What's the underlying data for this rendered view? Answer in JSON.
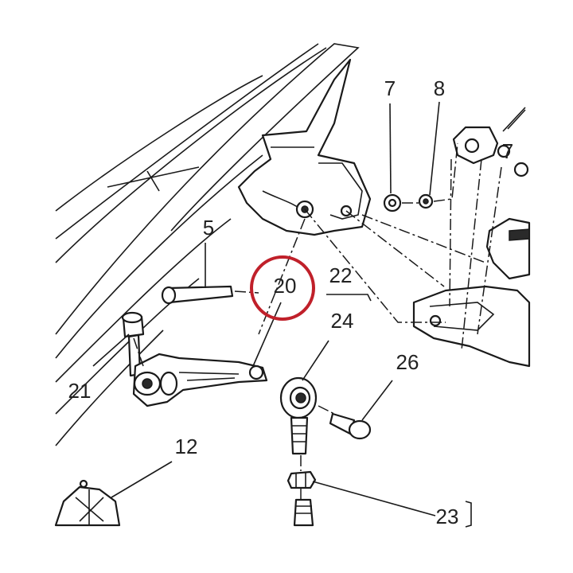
{
  "callouts": {
    "c5": "5",
    "c7a": "7",
    "c7b": "7",
    "c8": "8",
    "c12": "12",
    "c20": "20",
    "c21": "21",
    "c22": "22",
    "c23": "23",
    "c24": "24",
    "c26": "26"
  },
  "colors": {
    "highlight_ring": "#c0202a",
    "line": "#1a1a1a"
  }
}
